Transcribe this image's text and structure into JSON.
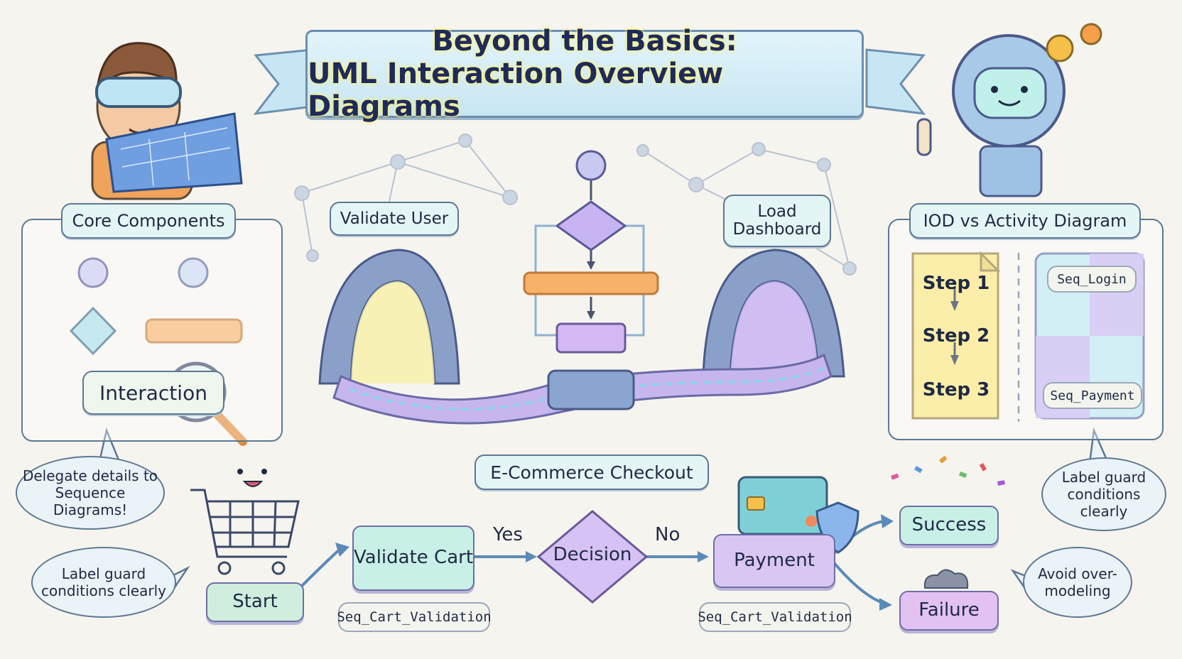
{
  "title": {
    "line1": "Beyond the Basics:",
    "line2": "UML Interaction Overview Diagrams"
  },
  "core_components": {
    "heading": "Core Components",
    "interaction_label": "Interaction",
    "note": "Delegate details to Sequence Diagrams!"
  },
  "top_flow": {
    "left_label": "Validate User",
    "right_label": "Load Dashboard"
  },
  "comparison": {
    "heading": "IOD vs Activity Diagram",
    "steps": [
      "Step 1",
      "Step 2",
      "Step 3"
    ],
    "seq_top": "Seq_Login",
    "seq_bottom": "Seq_Payment",
    "note": "Label guard conditions clearly"
  },
  "checkout": {
    "heading": "E-Commerce Checkout",
    "start": "Start",
    "validate": "Validate Cart",
    "validate_ref": "Seq_Cart_Validation",
    "decision": "Decision",
    "guard_yes": "Yes",
    "guard_no": "No",
    "payment": "Payment",
    "payment_ref": "Seq_Cart_Validation",
    "success": "Success",
    "failure": "Failure"
  },
  "tips": {
    "left": "Label guard conditions clearly",
    "right": "Avoid over-modeling"
  },
  "colors": {
    "ink": "#1f2a44",
    "outline": "#5d7894",
    "mint": "#c8f0e6",
    "lavender": "#d9c6f3",
    "orange": "#f6b26b",
    "yellow": "#fbe57a"
  }
}
